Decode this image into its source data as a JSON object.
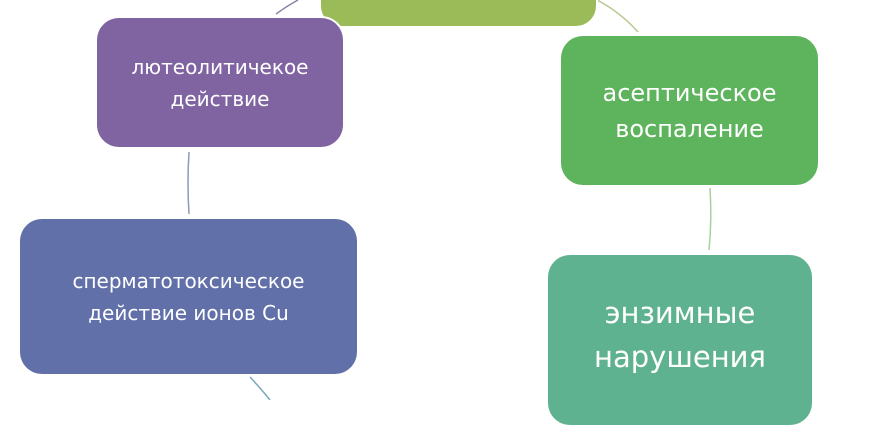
{
  "nodes": [
    {
      "id": "top",
      "label": "",
      "color": "#9bbb59"
    },
    {
      "id": "aseptic",
      "label": "асептическое\nвоспаление",
      "color": "#5eb45c"
    },
    {
      "id": "enzyme",
      "label": "энзимные\nнарушения",
      "color": "#5eb28f"
    },
    {
      "id": "sperm",
      "label": "сперматотоксическое\nдействие ионов Cu",
      "color": "#6270aa"
    },
    {
      "id": "luteo",
      "label": "лютеолитичекое\nдействие",
      "color": "#8064a2"
    }
  ]
}
